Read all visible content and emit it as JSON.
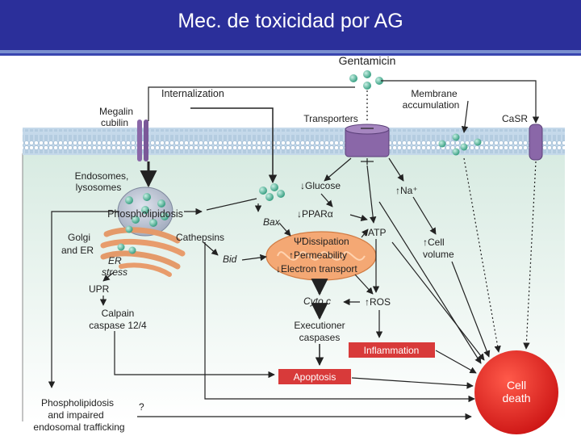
{
  "title": "Mec. de toxicidad por AG",
  "colors": {
    "title_bg": "#2b2f9a",
    "title_stripe_1": "#7a8fd0",
    "title_stripe_2": "#3a46b0",
    "membrane": "#a9c6e0",
    "cytoplasm": "#e3efe8",
    "transporter": "#8a67a8",
    "drug": "#4fb89a",
    "endosome": "#b4bccb",
    "golgi": "#e49a6a",
    "mitochondrion": "#f4a874",
    "box_red": "#d83a3a",
    "cell_death": "#e02424",
    "arrow": "#222222"
  },
  "labels": {
    "gentamicin": "Gentamicin",
    "internalization": "Internalization",
    "membrane_accumulation_1": "Membrane",
    "membrane_accumulation_2": "accumulation",
    "megalin": "Megalin",
    "cubilin": "cubilin",
    "transporters": "Transporters",
    "casr": "CaSR",
    "endosomes": "Endosomes,",
    "lysosomes": "lysosomes",
    "phospholipidosis": "Phospholipidosis",
    "glucose": "↓Glucose",
    "na": "↑Na⁺",
    "golgi": "Golgi",
    "and_er": "and ER",
    "bax": "Bax",
    "ppar": "↓PPARα",
    "atp": "↓ATP",
    "cathepsins": "Cathepsins",
    "dissipation": "Ψ̃Dissipation",
    "permeability": "↑Permeability",
    "electron_transport": "↓Electron transport",
    "cell_volume_1": "↑Cell",
    "cell_volume_2": "volume",
    "er_stress_1": "ER",
    "er_stress_2": "stress",
    "bid": "Bid",
    "upr": "UPR",
    "cyto_c": "Cyto c",
    "ros": "↑ROS",
    "calpain": "Calpain",
    "caspase": "caspase 12/4",
    "executioner_1": "Executioner",
    "executioner_2": "caspases",
    "inflammation": "Inflammation",
    "apoptosis": "Apoptosis",
    "cell_death_1": "Cell",
    "cell_death_2": "death",
    "bottom_1": "Phospholipidosis",
    "bottom_2": "and impaired",
    "bottom_3": "endosomal trafficking",
    "question": "?"
  }
}
